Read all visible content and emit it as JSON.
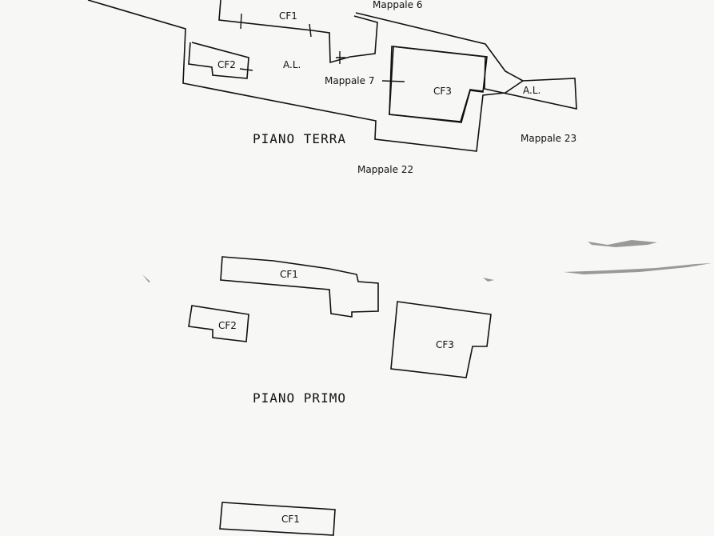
{
  "labels": {
    "mappale_6": "Mappale 6",
    "mappale_7": "Mappale 7",
    "mappale_22": "Mappale 22",
    "mappale_23": "Mappale 23",
    "al_left": "A.L.",
    "al_right": "A.L.",
    "cf1_ground": "CF1",
    "cf2_ground": "CF2",
    "cf3_ground": "CF3",
    "cf1_first": "CF1",
    "cf2_first": "CF2",
    "cf3_first": "CF3",
    "cf1_second": "CF1"
  },
  "floors": {
    "ground": "PIANO TERRA",
    "first": "PIANO PRIMO"
  },
  "colors": {
    "line": "#111111",
    "paper": "#f7f7f5"
  }
}
